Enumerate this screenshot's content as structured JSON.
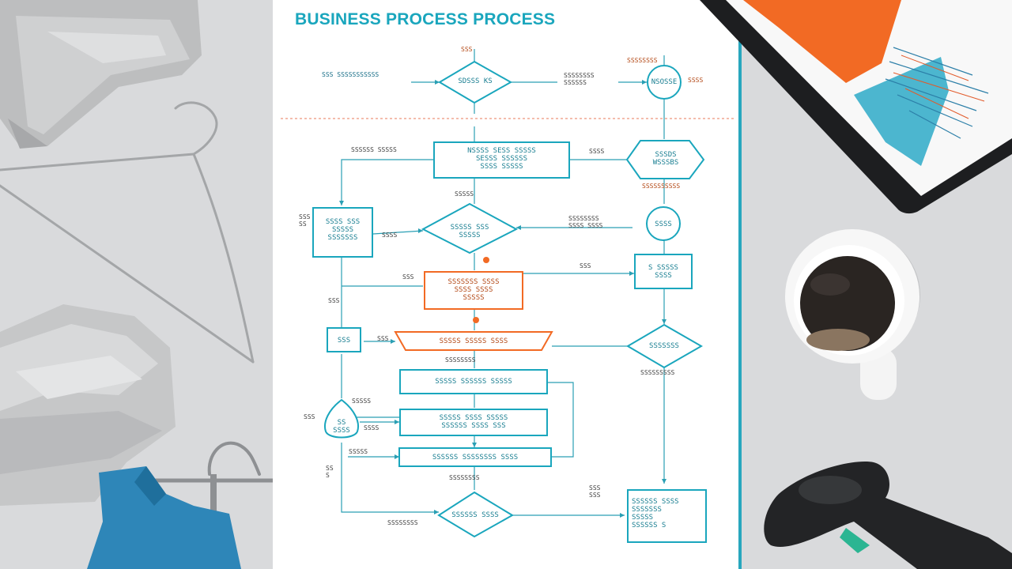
{
  "document": {
    "title": "BUSINESS PROCESS PROCESS",
    "title_color": "#1aa6bd"
  },
  "colors": {
    "primary": "#1aa6bd",
    "accent": "#f26a24",
    "paper": "#ffffff",
    "background": "#d9dadc"
  },
  "nodes": {
    "top_decision": "SDSSS  KS",
    "top_circle": "NSOSSE",
    "top_right_hex": "SSSDS\nWSSSBS",
    "main_box": "NSSSS  SESS  SSSSS\nSESSS  SSSSSS\nSSSS  SSSSS",
    "left_box": "SSSS  SSS\nSSSSS\nSSSSSSS",
    "mid_decision": "SSSSS  SSS\nSSSSS",
    "right_circle": "SSSS",
    "orange_box": "SSSSSSS  SSSS\nSSSS  SSSS\nSSSSS",
    "right_small_box": "S  SSSSS\nSSSS",
    "small_square": "SSS",
    "orange_trapezoid": "SSSSS  SSSSS  SSSS",
    "right_decision": "SSSSSSS",
    "box_a": "SSSSS  SSSSSS  SSSSS",
    "drop_shape": "SS\nSSSS",
    "box_b": "SSSSS  SSSS  SSSSS\nSSSSSS  SSSS  SSS",
    "box_c": "SSSSSS  SSSSSSSS  SSSS",
    "bottom_decision": "SSSSSS  SSSS",
    "bottom_right_box": "SSSSSS  SSSS\nSSSSSSS\nSSSSS\nSSSSSS  S"
  },
  "edge_labels": {
    "top_left": "SSS  SSSSSSSSSSS",
    "top_mid": "SSS",
    "top_mid_right": "SSSSSSSS\nSSSSSS",
    "top_right": "SSSSSSSS",
    "top_right_small": "SSSS",
    "row2_left": "SSSSSS  SSSSS",
    "row2_right": "SSSS",
    "hex_below": "SSSSSSSSSS",
    "main_below": "SSSSS",
    "left_vertical": "SSS\nSS",
    "row3_mid": "SSSS",
    "row3_right": "SSSSSSSS\nSSSS  SSSS",
    "row4_left": "SSS",
    "row4_right": "SSS",
    "row5_left": "SSS",
    "row5_mid": "SSS",
    "row5_below": "SSSSSSSS",
    "right_dec_below": "SSSSSSSSS",
    "row6_top": "SSSSS",
    "row6_left": "SSS",
    "row7_left": "SSSS",
    "row8_left": "SSSSS",
    "left_bottom": "SS\nS",
    "box_c_below": "SSSSSSSS",
    "bottom_mid": "SSS\nSSS",
    "bottom_left": "SSSSSSSS"
  }
}
